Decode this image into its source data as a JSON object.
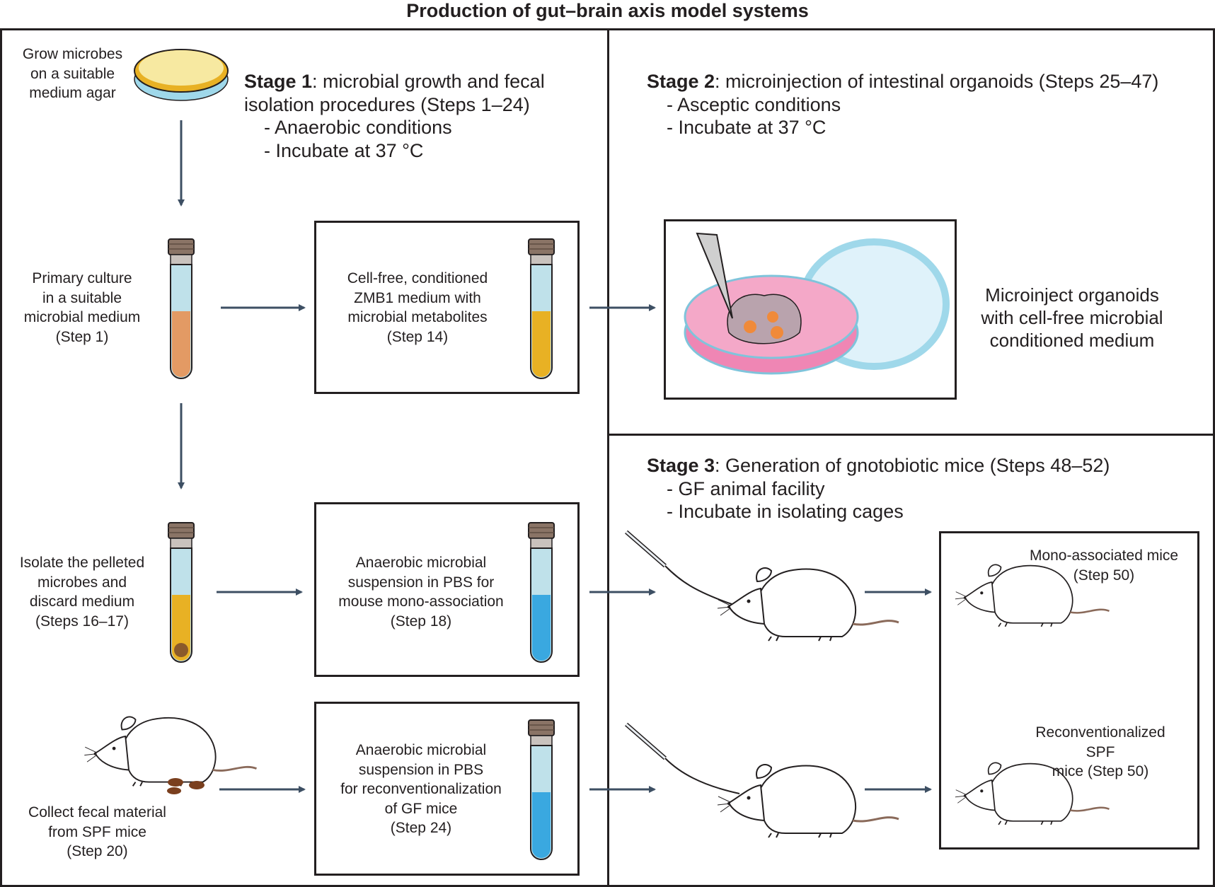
{
  "title": "Production of gut–brain axis model systems",
  "stage1": {
    "label": "Stage 1",
    "heading_line1": ": microbial growth and fecal",
    "heading_line2": "isolation procedures (Steps 1–24)",
    "bullets": [
      "- Anaerobic conditions",
      "- Incubate at 37 °C"
    ]
  },
  "stage2": {
    "label": "Stage 2",
    "heading": ": microinjection of intestinal organoids (Steps 25–47)",
    "bullets": [
      "- Asceptic conditions",
      "- Incubate at 37 °C"
    ]
  },
  "stage3": {
    "label": "Stage 3",
    "heading": ": Generation of gnotobiotic mice (Steps 48–52)",
    "bullets": [
      "- GF animal facility",
      "- Incubate in isolating cages"
    ]
  },
  "labels": {
    "grow": [
      "Grow microbes",
      "on a suitable",
      "medium agar"
    ],
    "primary": [
      "Primary culture",
      "in a suitable",
      "microbial medium",
      "(Step 1)"
    ],
    "isolate": [
      "Isolate the pelleted",
      "microbes and",
      "discard medium",
      "(Steps 16–17)"
    ],
    "collect": [
      "Collect fecal material",
      "from SPF mice",
      "(Step 20)"
    ],
    "cellfree": [
      "Cell-free, conditioned",
      "ZMB1 medium with",
      "microbial metabolites",
      "(Step 14)"
    ],
    "monoSusp": [
      "Anaerobic microbial",
      "suspension in PBS for",
      "mouse mono-association",
      "(Step 18)"
    ],
    "reconvSusp": [
      "Anaerobic microbial",
      "suspension in PBS",
      "for reconventionalization",
      "of GF mice",
      "(Step 24)"
    ],
    "microinject": [
      "Microinject organoids",
      "with cell-free microbial",
      "conditioned medium"
    ],
    "monoMice": [
      "Mono-associated mice",
      "(Step 50)"
    ],
    "reconvMice": [
      "Reconventionalized",
      "SPF",
      "mice (Step 50)"
    ]
  },
  "colors": {
    "arrow": "#3d4f63",
    "border": "#231f20",
    "tube_cap": "#8a7466",
    "tube_air": "#bfe1ea",
    "tube_orange": "#e39a64",
    "tube_yellow": "#e8b124",
    "tube_blue": "#3aa8e0",
    "dish_pink": "#ef86b4",
    "agar": "#f7e9a1"
  }
}
